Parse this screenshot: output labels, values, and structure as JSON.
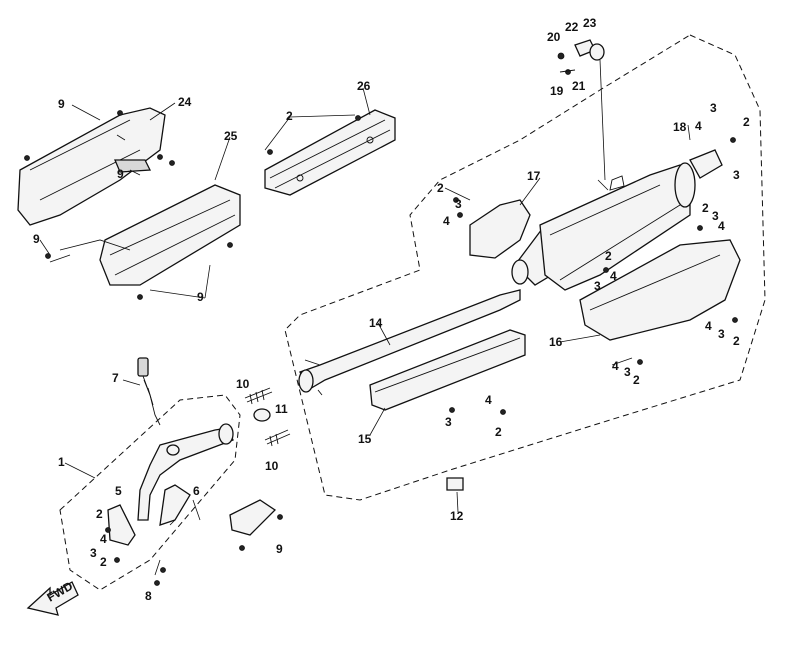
{
  "diagram": {
    "direction_label": "FWD",
    "callouts": {
      "c1": "1",
      "c2a": "2",
      "c2b": "2",
      "c2c": "2",
      "c2d": "2",
      "c2e": "2",
      "c2f": "2",
      "c2g": "2",
      "c2h": "2",
      "c2i": "2",
      "c2j": "2",
      "c3a": "3",
      "c3b": "3",
      "c3c": "3",
      "c3d": "3",
      "c3e": "3",
      "c3f": "3",
      "c3g": "3",
      "c3h": "3",
      "c3i": "3",
      "c4a": "4",
      "c4b": "4",
      "c4c": "4",
      "c4d": "4",
      "c4e": "4",
      "c4f": "4",
      "c4g": "4",
      "c4h": "4",
      "c5": "5",
      "c6": "6",
      "c7": "7",
      "c8": "8",
      "c9a": "9",
      "c9b": "9",
      "c9c": "9",
      "c9d": "9",
      "c9e": "9",
      "c10a": "10",
      "c10b": "10",
      "c11": "11",
      "c12": "12",
      "c14": "14",
      "c15": "15",
      "c16": "16",
      "c17": "17",
      "c18": "18",
      "c19": "19",
      "c20": "20",
      "c21": "21",
      "c22": "22",
      "c23": "23",
      "c24": "24",
      "c25": "25",
      "c26": "26"
    }
  }
}
